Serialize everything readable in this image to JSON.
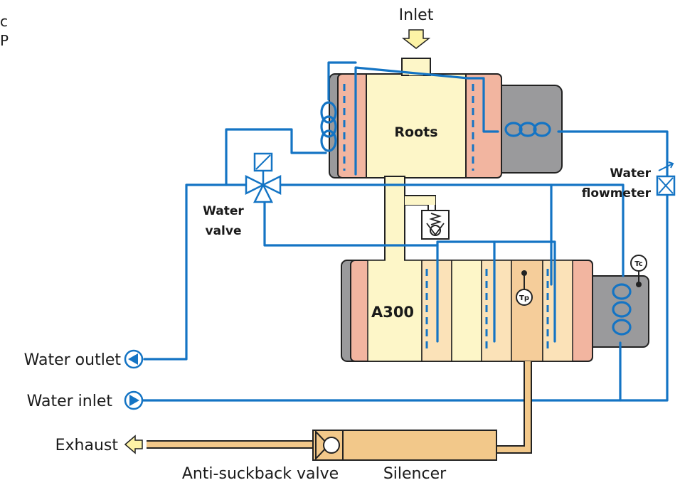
{
  "labels": {
    "corner_line1": "c",
    "corner_line2": "P",
    "inlet": "Inlet",
    "roots": "Roots",
    "a300": "A300",
    "water_flowmeter_line1": "Water",
    "water_flowmeter_line2": "flowmeter",
    "water_valve_line1": "Water",
    "water_valve_line2": "valve",
    "water_outlet": "Water outlet",
    "water_inlet": "Water inlet",
    "exhaust": "Exhaust",
    "anti_suckback_valve": "Anti-suckback valve",
    "silencer": "Silencer",
    "sensor_tp": "Tp",
    "sensor_tc": "Tc"
  },
  "colors": {
    "water_pipe": "#1474c4",
    "housing_grey": "#9a9a9c",
    "pink_band": "#f2b5a0",
    "cream_body": "#fdf6c8",
    "exhaust_tan": "#f2c88a"
  },
  "icons": [
    "inlet-arrow-icon",
    "water-outlet-arrow-icon",
    "water-inlet-arrow-icon",
    "exhaust-arrow-icon",
    "solenoid-valve-icon",
    "check-valve-icon",
    "flowmeter-icon",
    "temperature-sensor-icon"
  ]
}
